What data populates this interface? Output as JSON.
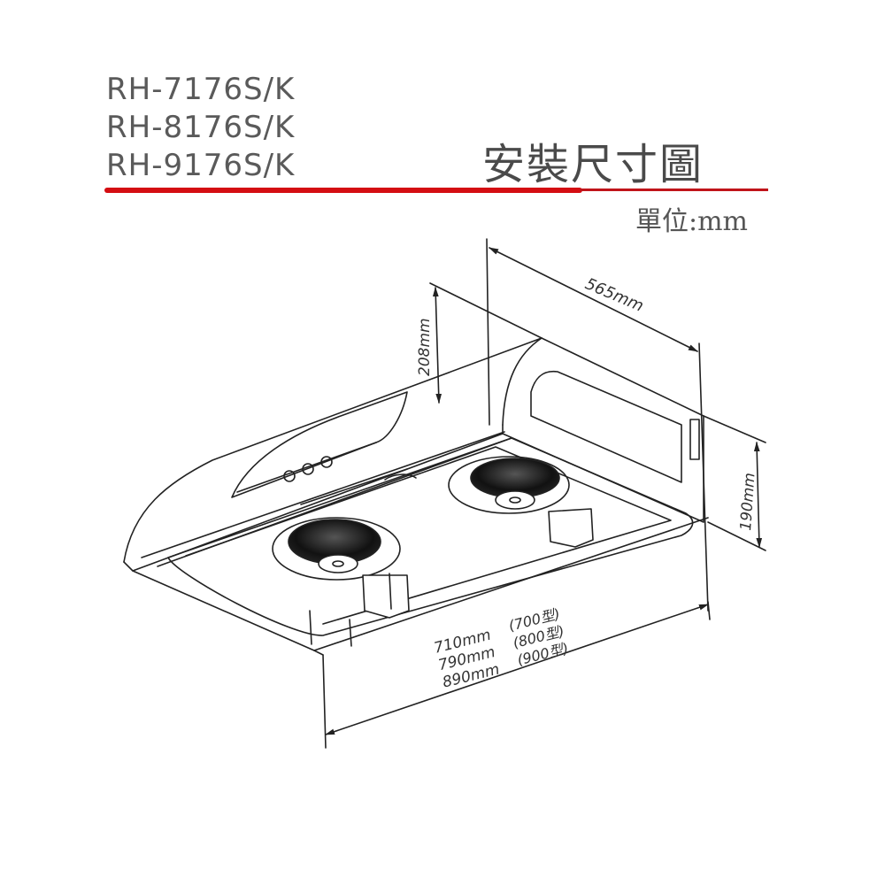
{
  "header": {
    "models": [
      "RH-7176S/K",
      "RH-8176S/K",
      "RH-9176S/K"
    ],
    "title": "安裝尺寸圖",
    "unit": "單位:mm",
    "accent_color": "#d40d12"
  },
  "diagram": {
    "subject": "range hood with twin fans, isometric line drawing",
    "dimensions": {
      "depth": "565mm",
      "height_front": "208mm",
      "height_back": "190mm",
      "widths": [
        {
          "width": "710mm",
          "model": "(700型)"
        },
        {
          "width": "790mm",
          "model": "(800型)"
        },
        {
          "width": "890mm",
          "model": "(900型)"
        }
      ]
    }
  }
}
